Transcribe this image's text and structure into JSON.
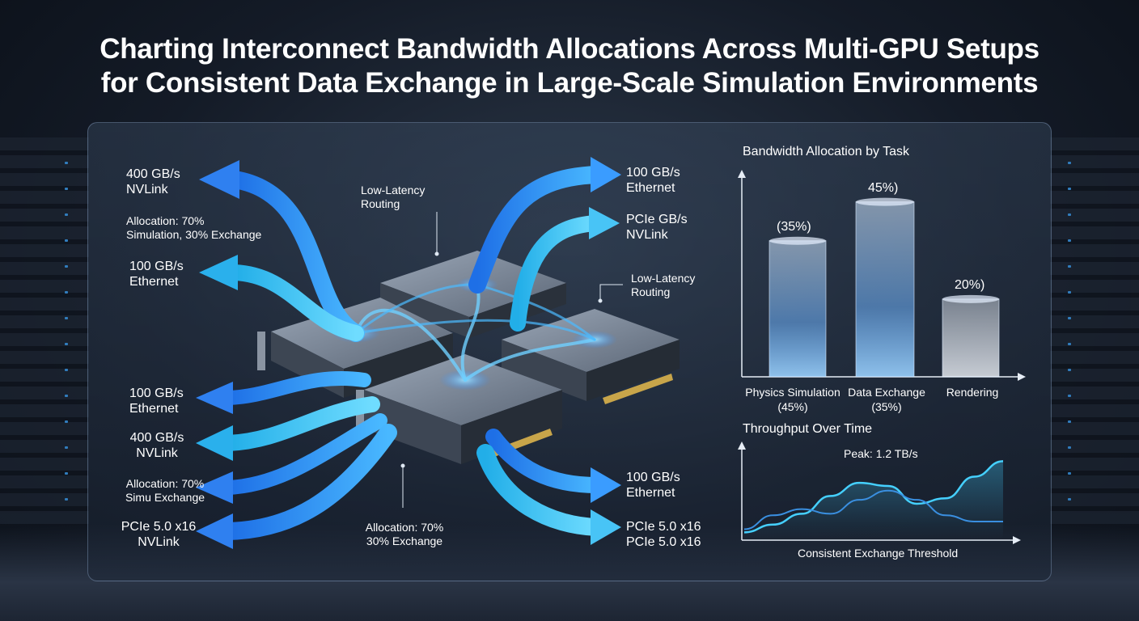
{
  "title": {
    "line1": "Charting Interconnect Bandwidth Allocations Across Multi-GPU Setups",
    "line2": "for Consistent Data Exchange in Large-Scale Simulation Environments"
  },
  "left_labels": [
    {
      "line1": "400 GB/s",
      "line2": "NVLink"
    },
    {
      "line1": "Allocation: 70%",
      "line2": "Simulation, 30% Exchange"
    },
    {
      "line1": "100 GB/s",
      "line2": "Ethernet"
    },
    {
      "line1": "100 GB/s",
      "line2": "Ethernet"
    },
    {
      "line1": "400 GB/s",
      "line2": "NVLink"
    },
    {
      "line1": "Allocation: 70%",
      "line2": "Simu Exchange"
    },
    {
      "line1": "PCIe 5.0 x16",
      "line2": "NVLink"
    }
  ],
  "right_labels": [
    {
      "line1": "100 GB/s",
      "line2": "Ethernet"
    },
    {
      "line1": "PCIe GB/s",
      "line2": "NVLink"
    },
    {
      "line1": "100 GB/s",
      "line2": "Ethernet"
    },
    {
      "line1": "PCIe 5.0 x16",
      "line2": "PCIe 5.0 x16"
    }
  ],
  "callouts": [
    {
      "line1": "Low-Latency",
      "line2": "Routing"
    },
    {
      "line1": "Low-Latency",
      "line2": "Routing"
    },
    {
      "line1": "Allocation: 70%",
      "line2": "30% Exchange"
    }
  ],
  "colors": {
    "accent": "#2f8cff",
    "cyan": "#3fc3f4",
    "bar": "#b8d8ff"
  },
  "chart_data": [
    {
      "type": "bar",
      "title": "Bandwidth Allocation by Task",
      "categories": [
        {
          "line1": "Physics Simulation",
          "line2": "(45%)"
        },
        {
          "line1": "Data Exchange",
          "line2": "(35%)"
        },
        {
          "line1": "Rendering",
          "line2": ""
        }
      ],
      "values": [
        35,
        45,
        20
      ],
      "value_labels": [
        "(35%)",
        "45%)",
        "20%)"
      ],
      "ylim": [
        0,
        52
      ]
    },
    {
      "type": "line",
      "title": "Throughput Over Time",
      "annotation": "Peak: 1.2 TB/s",
      "xlabel": "Consistent Exchange Threshold",
      "series": [
        {
          "values": [
            0.08,
            0.18,
            0.32,
            0.55,
            0.72,
            0.68,
            0.45,
            0.52,
            0.8,
            1.0
          ]
        },
        {
          "values": [
            0.12,
            0.3,
            0.38,
            0.32,
            0.5,
            0.62,
            0.5,
            0.3,
            0.22,
            0.22
          ]
        }
      ],
      "ylim": [
        0,
        1.15
      ]
    }
  ]
}
